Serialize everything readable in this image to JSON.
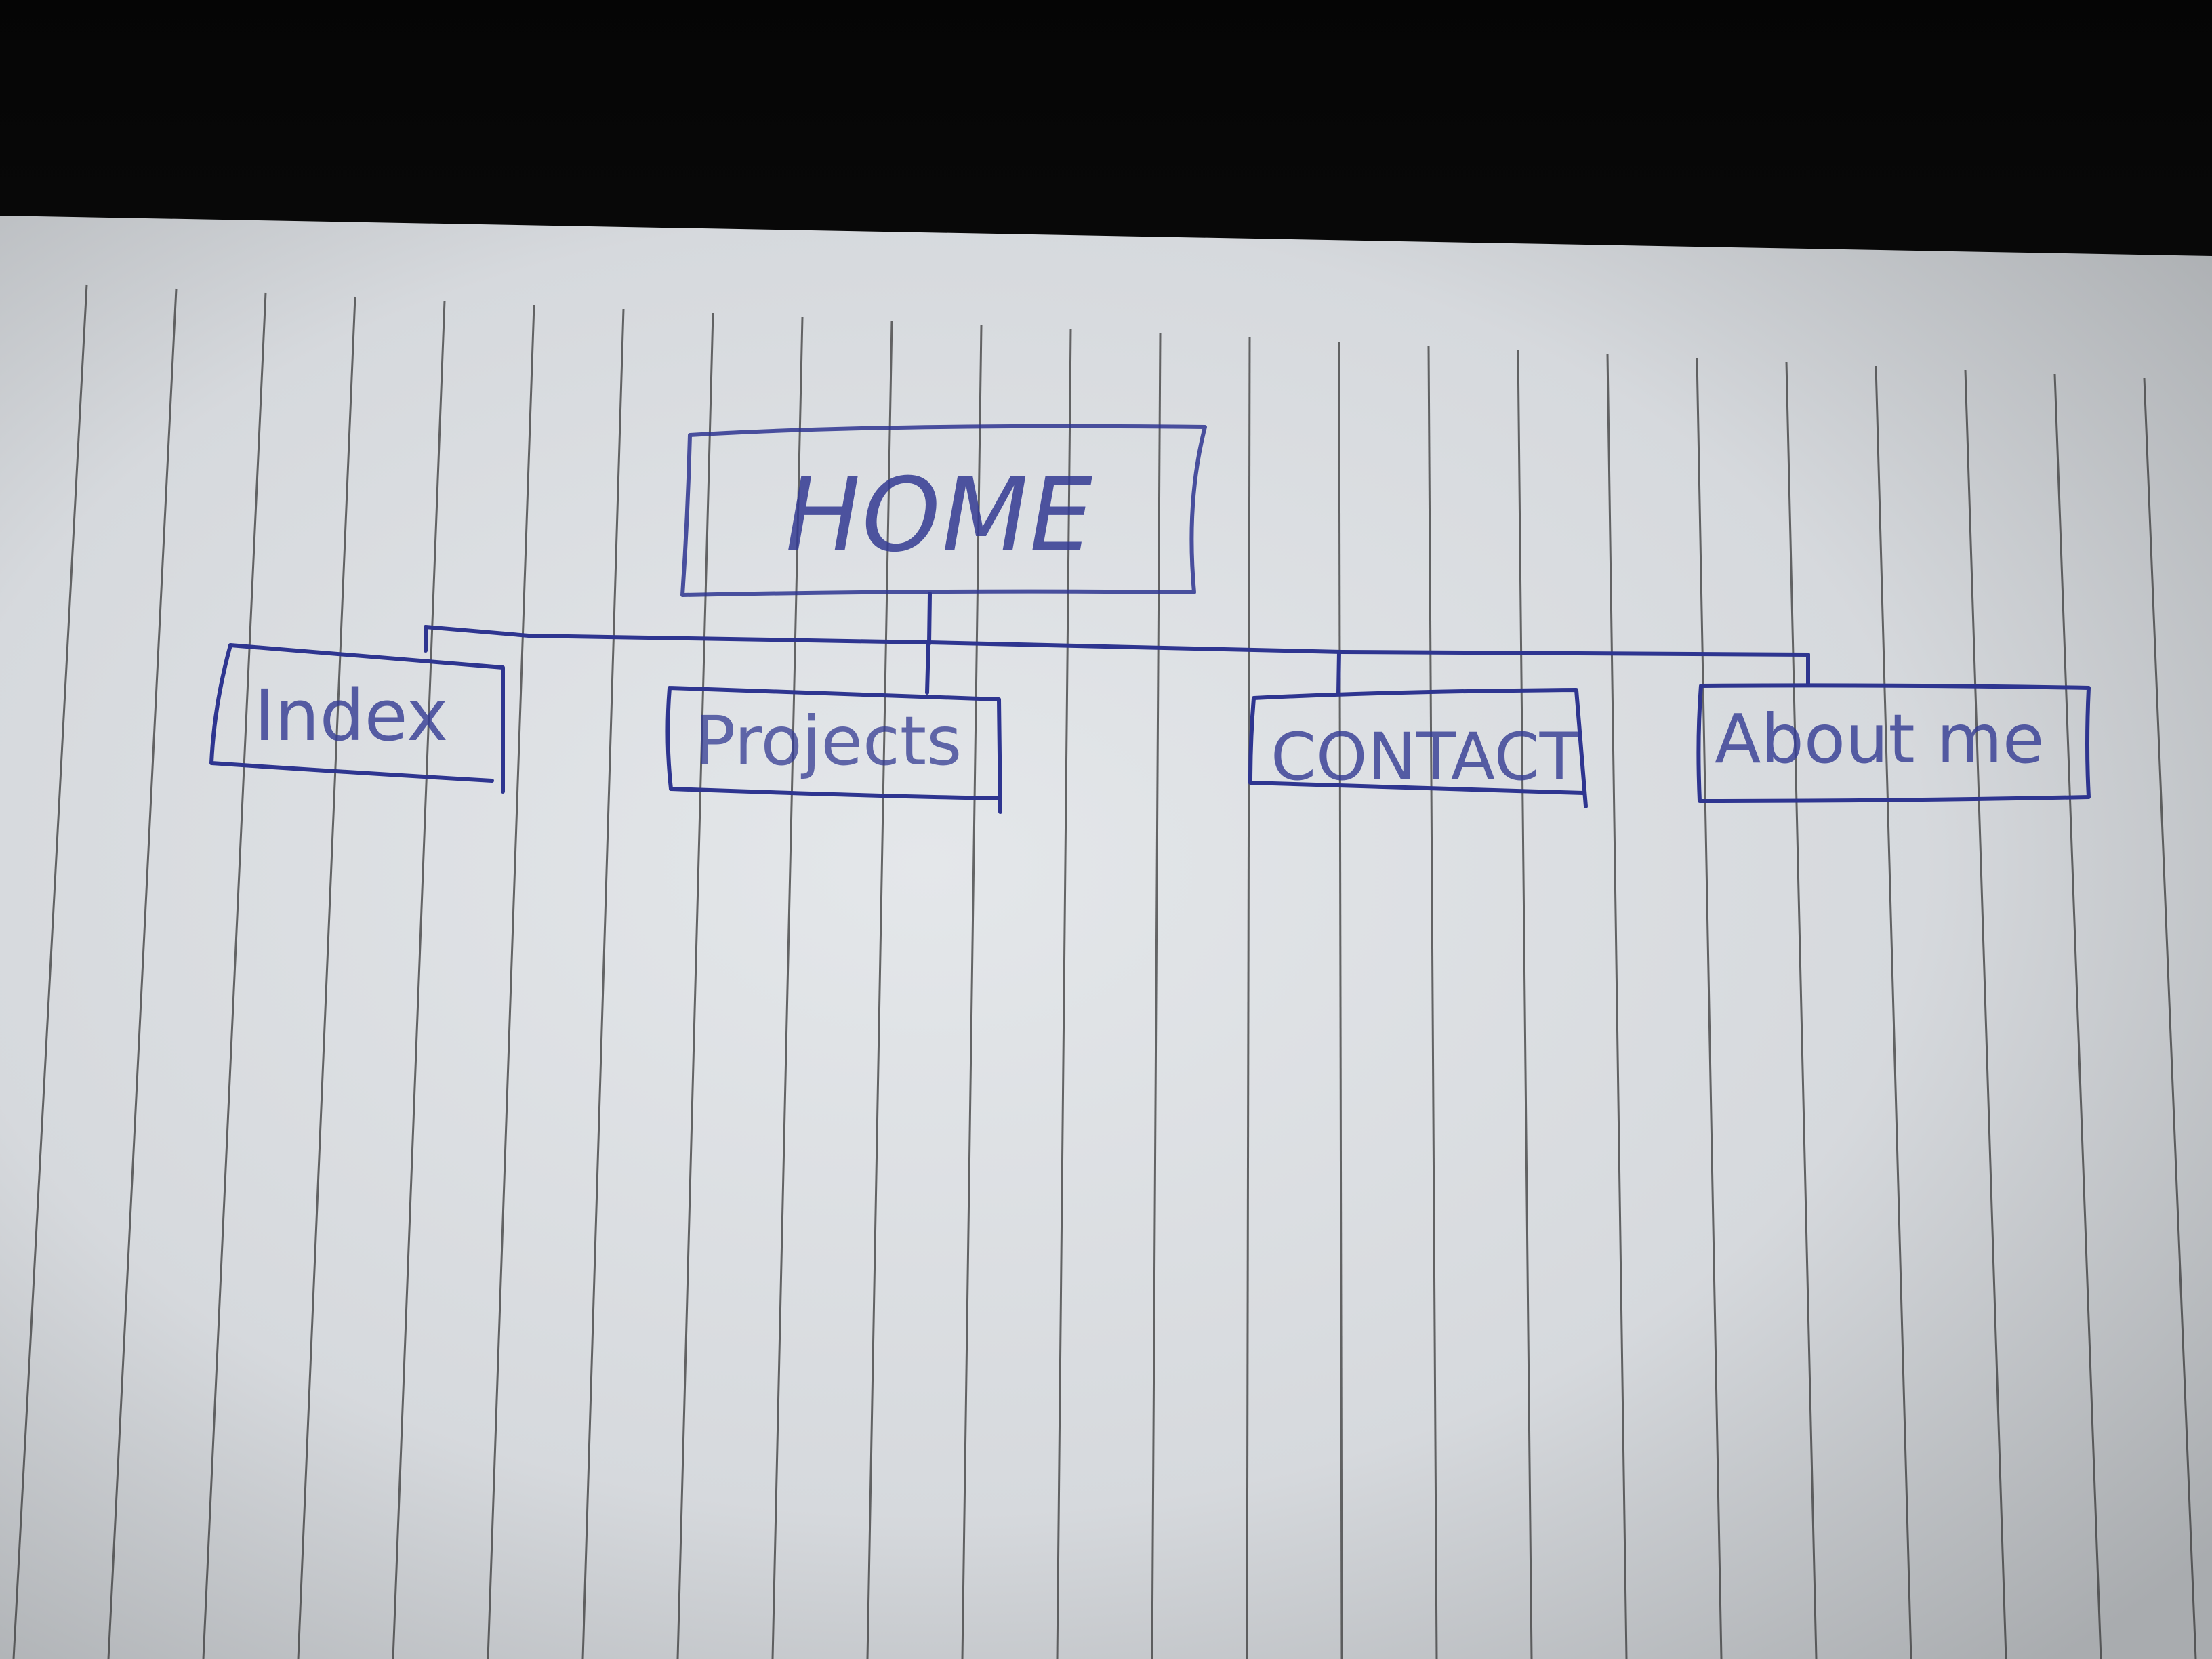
{
  "photo": {
    "background_color": "#141414",
    "paper_color": "#dfe2e6",
    "rule_color": "#3a3a3a",
    "ink_color": "#2e3590"
  },
  "diagram": {
    "root": {
      "label": "HOME"
    },
    "children": [
      {
        "label": "Index"
      },
      {
        "label": "Projects"
      },
      {
        "label": "CONTACT"
      },
      {
        "label": "About me"
      }
    ]
  }
}
